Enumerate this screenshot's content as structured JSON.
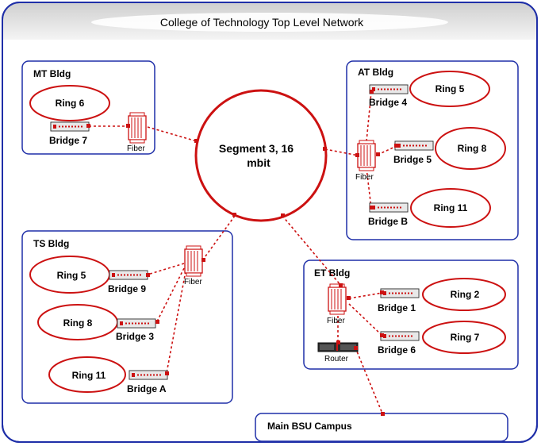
{
  "title": "College of Technology Top Level Network",
  "segment": {
    "line1": "Segment 3, 16",
    "line2": "mbit"
  },
  "buildings": {
    "mt": {
      "name": "MT Bldg",
      "ring": "Ring 6",
      "bridge": "Bridge 7",
      "fiber": "Fiber"
    },
    "at": {
      "name": "AT Bldg",
      "ring5": "Ring 5",
      "bridge4": "Bridge 4",
      "ring8": "Ring 8",
      "bridge5": "Bridge 5",
      "ring11": "Ring 11",
      "bridgeB": "Bridge B",
      "fiber": "Fiber"
    },
    "ts": {
      "name": "TS Bldg",
      "ring5": "Ring 5",
      "bridge9": "Bridge 9",
      "ring8": "Ring 8",
      "bridge3": "Bridge 3",
      "ring11": "Ring 11",
      "bridgeA": "Bridge A",
      "fiber": "Fiber"
    },
    "et": {
      "name": "ET Bldg",
      "fiber": "Fiber",
      "router": "Router",
      "bridge1": "Bridge 1",
      "ring2": "Ring 2",
      "bridge6": "Bridge 6",
      "ring7": "Ring 7"
    }
  },
  "campus": "Main BSU Campus",
  "colors": {
    "border": "#1f2fa8",
    "link": "#cc1111",
    "header_fill": "#d9d9d9"
  }
}
